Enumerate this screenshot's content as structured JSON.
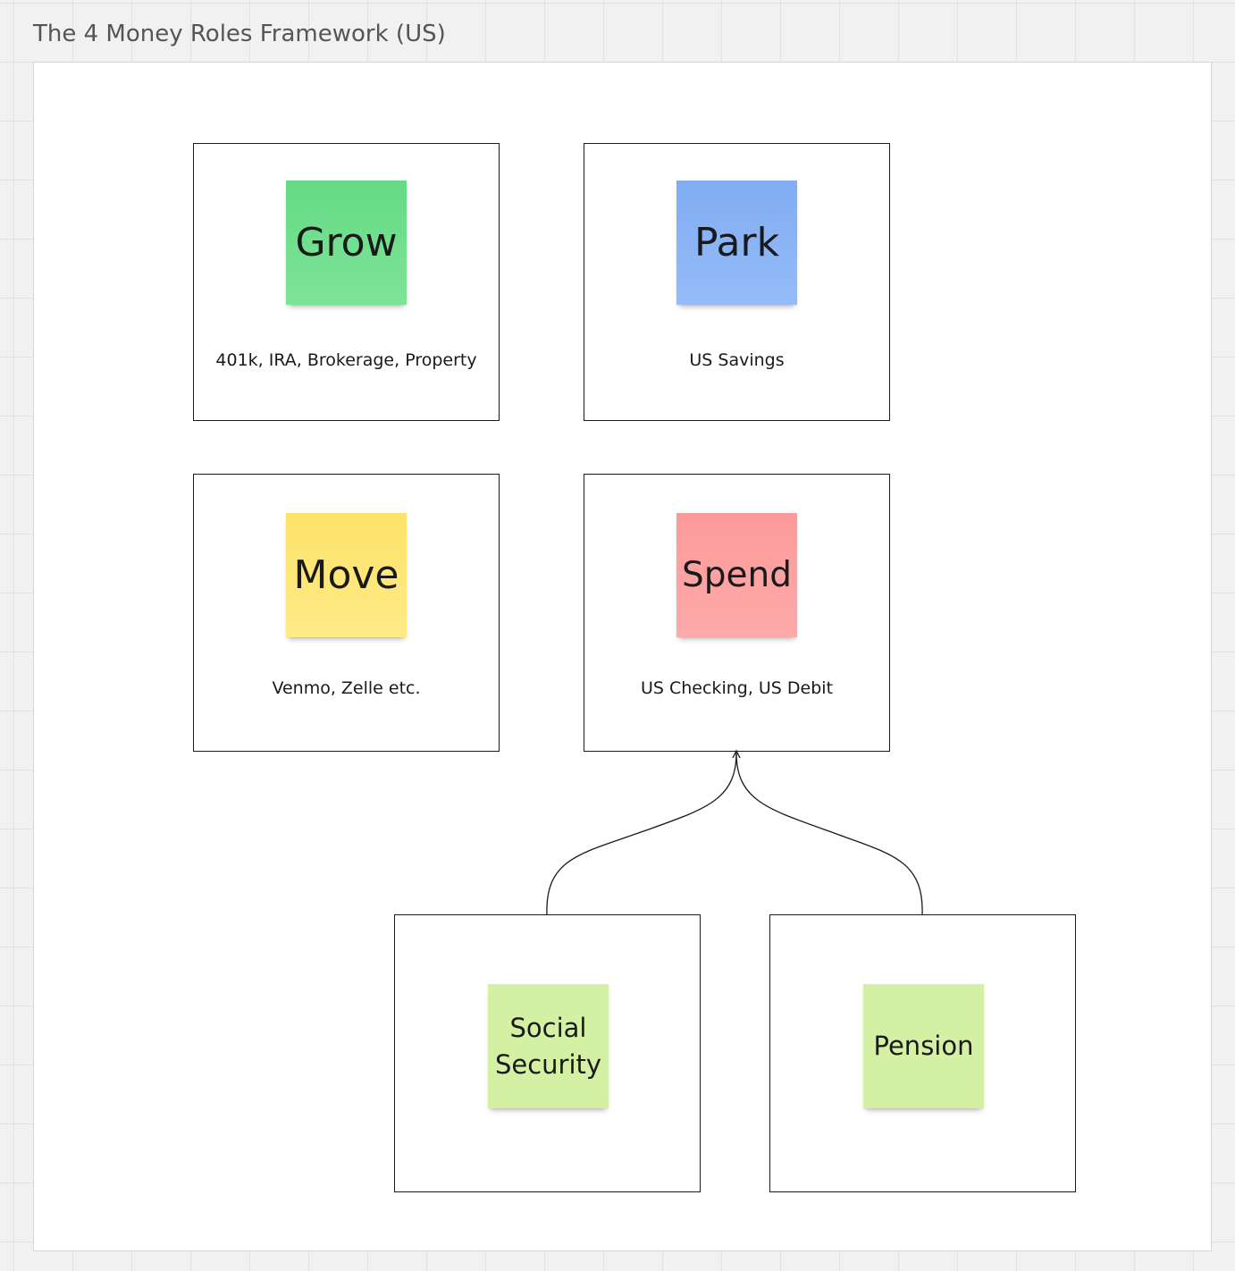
{
  "frame": {
    "title": "The 4 Money Roles Framework (US)"
  },
  "roles": [
    {
      "label": "Grow",
      "caption": "401k, IRA, Brokerage, Property",
      "color": "#6ddc8b"
    },
    {
      "label": "Park",
      "caption": "US Savings",
      "color": "#8cb4f5"
    },
    {
      "label": "Move",
      "caption": "Venmo, Zelle etc.",
      "color": "#fde671"
    },
    {
      "label": "Spend",
      "caption": "US Checking, US Debit",
      "color": "#fda0a0"
    }
  ],
  "sources": [
    {
      "label_line1": "Social",
      "label_line2": "Security",
      "color": "#d4f0a3"
    },
    {
      "label": "Pension",
      "color": "#d4f0a3"
    }
  ],
  "connectors": [
    {
      "from": "Social Security",
      "to": "Spend"
    },
    {
      "from": "Pension",
      "to": "Spend"
    }
  ]
}
